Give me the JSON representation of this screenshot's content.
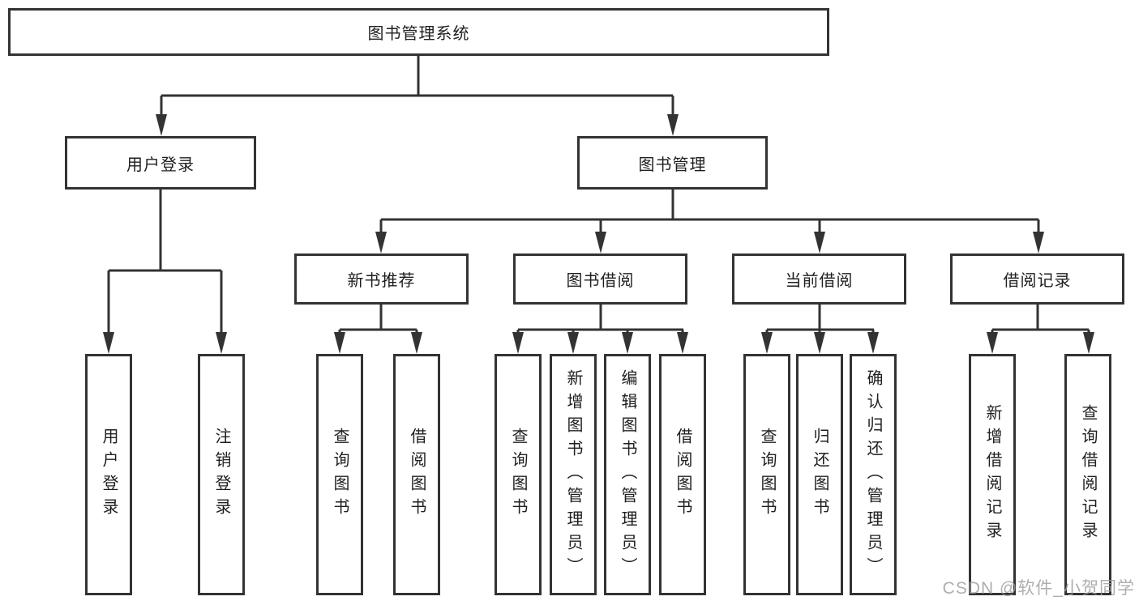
{
  "diagram": {
    "root": {
      "label": "图书管理系统"
    },
    "branches": [
      {
        "label": "用户登录",
        "children": [
          {
            "label": "用户登录"
          },
          {
            "label": "注销登录"
          }
        ]
      },
      {
        "label": "图书管理",
        "children": [
          {
            "label": "新书推荐",
            "children": [
              {
                "label": "查询图书"
              },
              {
                "label": "借阅图书"
              }
            ]
          },
          {
            "label": "图书借阅",
            "children": [
              {
                "label": "查询图书"
              },
              {
                "label": "新增图书（管理员）"
              },
              {
                "label": "编辑图书（管理员）"
              },
              {
                "label": "借阅图书"
              }
            ]
          },
          {
            "label": "当前借阅",
            "children": [
              {
                "label": "查询图书"
              },
              {
                "label": "归还图书"
              },
              {
                "label": "确认归还（管理员）"
              }
            ]
          },
          {
            "label": "借阅记录",
            "children": [
              {
                "label": "新增借阅记录"
              },
              {
                "label": "查询借阅记录"
              }
            ]
          }
        ]
      }
    ]
  },
  "watermark": {
    "text": "CSDN @软件_小贺同学"
  },
  "colors": {
    "line": "#333333",
    "text": "#1f1f1f",
    "background": "#ffffff",
    "watermark": "#9a9a9a"
  }
}
